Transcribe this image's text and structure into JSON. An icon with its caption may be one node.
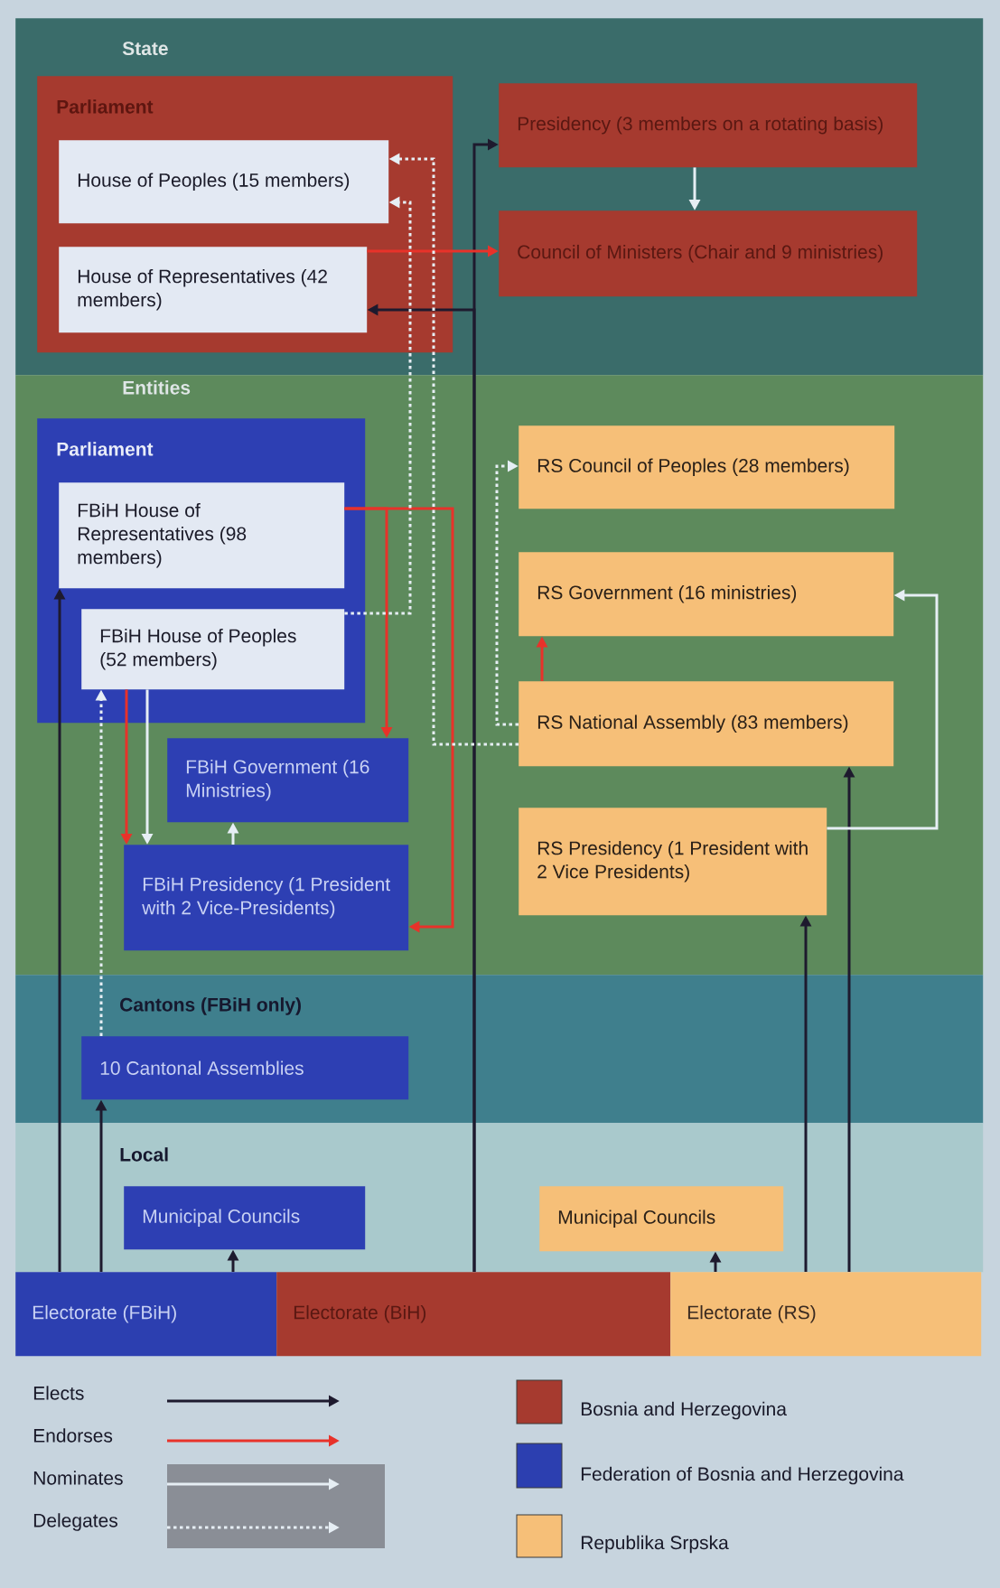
{
  "diagram": {
    "nodes": [
      {
        "text": [
          "State"
        ]
      },
      {
        "text": [
          "Parliament"
        ],
        "in": 0
      },
      {
        "text": [
          "House of Peoples (15 members)"
        ],
        "in": 1
      },
      {
        "text": [
          "House of Representatives (42 members)"
        ],
        "in": 1
      },
      {
        "text": [
          "Presidency (3 members on a rotating basis)"
        ],
        "in": 0
      },
      {
        "text": [
          "Council of Ministers (Chair and 9 ministries)"
        ],
        "in": 0
      },
      {
        "text": [
          "Entities"
        ]
      },
      {
        "text": [
          "Parliament"
        ],
        "in": 6
      },
      {
        "text": [
          "FBiH House of Representatives (98 members)"
        ],
        "in": 7
      },
      {
        "text": [
          "FBiH House of Peoples (52 members)"
        ],
        "in": 7
      },
      {
        "text": [
          "RS Council of Peoples (28 members)"
        ],
        "in": 6
      },
      {
        "text": [
          "RS Government (16 ministries)"
        ],
        "in": 6
      },
      {
        "text": [
          "FBiH Government (16 Ministries)"
        ],
        "in": 6
      },
      {
        "text": [
          "RS National Assembly (83 members)"
        ],
        "in": 6
      },
      {
        "text": [
          "FBiH Presidency (1 President with 2 Vice-Presidents)"
        ],
        "in": 6
      },
      {
        "text": [
          "RS Presidency (1 President with 2 Vice Presidents)"
        ],
        "in": 6
      },
      {
        "text": [
          "Cantons (FBiH only)"
        ]
      },
      {
        "text": [
          "10 Cantonal Assemblies"
        ],
        "in": 16
      },
      {
        "text": [
          "Local"
        ]
      },
      {
        "text": [
          "Municipal Councils"
        ],
        "in": 18
      },
      {
        "text": [
          "Municipal Councils"
        ],
        "in": 18
      },
      {
        "text": [
          "Electorate (FBiH)"
        ]
      },
      {
        "text": [
          "Electorate (BiH)"
        ]
      },
      {
        "text": [
          "Electorate (RS)"
        ]
      }
    ],
    "edges": [
      {
        "from": 22,
        "to": 4,
        "arrow": "to"
      },
      {
        "from": 22,
        "to": 3,
        "arrow": "to"
      },
      {
        "from": 21,
        "to": 8,
        "arrow": "to"
      },
      {
        "from": 21,
        "to": 17,
        "arrow": "to"
      },
      {
        "from": 21,
        "to": 19,
        "arrow": "to"
      },
      {
        "from": 23,
        "to": 20,
        "arrow": "to"
      },
      {
        "from": 23,
        "to": 15,
        "arrow": "to"
      },
      {
        "from": 23,
        "to": 13,
        "arrow": "to"
      },
      {
        "from": 3,
        "to": 5,
        "arrow": "to",
        "color": "#e8322a"
      },
      {
        "from": 8,
        "to": 12,
        "arrow": "to",
        "color": "#e8322a"
      },
      {
        "from": 8,
        "to": 14,
        "arrow": "to",
        "color": "#e8322a"
      },
      {
        "from": 9,
        "to": 14,
        "arrow": "to",
        "color": "#e8322a"
      },
      {
        "from": 13,
        "to": 11,
        "arrow": "to",
        "color": "#e8322a"
      },
      {
        "from": 4,
        "to": 5,
        "arrow": "to",
        "color": "#e6eef4"
      },
      {
        "from": 9,
        "to": 14,
        "arrow": "to",
        "color": "#e6eef4"
      },
      {
        "from": 14,
        "to": 12,
        "arrow": "to",
        "color": "#e6eef4"
      },
      {
        "from": 15,
        "to": 11,
        "arrow": "to",
        "color": "#e6eef4"
      },
      {
        "from": 9,
        "to": 2,
        "arrow": "to",
        "style": "dashed",
        "color": "#e6eef4"
      },
      {
        "from": 13,
        "to": 2,
        "arrow": "to",
        "style": "dashed",
        "color": "#e6eef4"
      },
      {
        "from": 13,
        "to": 10,
        "arrow": "to",
        "style": "dashed",
        "color": "#e6eef4"
      },
      {
        "from": 17,
        "to": 9,
        "arrow": "to",
        "style": "dashed",
        "color": "#e6eef4"
      }
    ],
    "legend": [
      {
        "text": "Elects"
      },
      {
        "text": "Endorses"
      },
      {
        "text": "Nominates"
      },
      {
        "text": "Delegates"
      },
      {
        "text": "Bosnia and Herzegovina",
        "color": "#a63a2f"
      },
      {
        "text": "Federation of Bosnia and Herzegovina",
        "color": "#2c3fb0"
      },
      {
        "text": "Republika Srpska",
        "color": "#f6bf78"
      }
    ]
  }
}
